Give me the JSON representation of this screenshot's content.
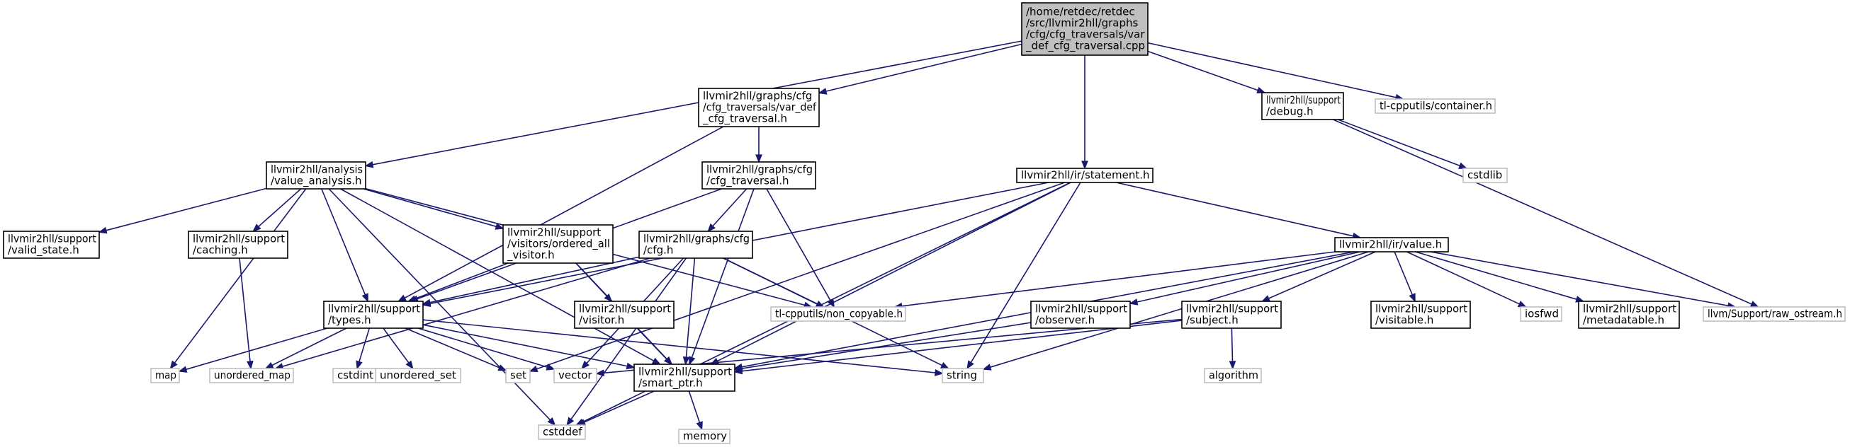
{
  "nodes": [
    {
      "id": "main",
      "kind": "main",
      "lines": [
        "/home/retdec/retdec",
        "/src/llvmir2hll/graphs",
        "/cfg/cfg_traversals/var",
        "_def_cfg_traversal.cpp"
      ]
    },
    {
      "id": "var_def_h",
      "kind": "doc",
      "lines": [
        "llvmir2hll/graphs/cfg",
        "/cfg_traversals/var_def",
        "_cfg_traversal.h"
      ]
    },
    {
      "id": "debug_h",
      "kind": "doc",
      "lines": [
        "llvmir2hll/support",
        "/debug.h"
      ]
    },
    {
      "id": "container_h",
      "kind": "ext",
      "lines": [
        "tl-cpputils/container.h"
      ]
    },
    {
      "id": "value_analysis_h",
      "kind": "doc",
      "lines": [
        "llvmir2hll/analysis",
        "/value_analysis.h"
      ]
    },
    {
      "id": "cfg_traversal_h",
      "kind": "doc",
      "lines": [
        "llvmir2hll/graphs/cfg",
        "/cfg_traversal.h"
      ]
    },
    {
      "id": "statement_h",
      "kind": "doc",
      "lines": [
        "llvmir2hll/ir/statement.h"
      ]
    },
    {
      "id": "cstdlib",
      "kind": "ext",
      "lines": [
        "cstdlib"
      ]
    },
    {
      "id": "valid_state_h",
      "kind": "doc",
      "lines": [
        "llvmir2hll/support",
        "/valid_state.h"
      ]
    },
    {
      "id": "caching_h",
      "kind": "doc",
      "lines": [
        "llvmir2hll/support",
        "/caching.h"
      ]
    },
    {
      "id": "ordered_all_visitor_h",
      "kind": "doc",
      "lines": [
        "llvmir2hll/support",
        "/visitors/ordered_all",
        "_visitor.h"
      ]
    },
    {
      "id": "cfg_h",
      "kind": "doc",
      "lines": [
        "llvmir2hll/graphs/cfg",
        "/cfg.h"
      ]
    },
    {
      "id": "value_h",
      "kind": "doc",
      "lines": [
        "llvmir2hll/ir/value.h"
      ]
    },
    {
      "id": "types_h",
      "kind": "doc",
      "lines": [
        "llvmir2hll/support",
        "/types.h"
      ]
    },
    {
      "id": "visitor_h",
      "kind": "doc",
      "lines": [
        "llvmir2hll/support",
        "/visitor.h"
      ]
    },
    {
      "id": "non_copyable_h",
      "kind": "ext",
      "lines": [
        "tl-cpputils/non_copyable.h"
      ]
    },
    {
      "id": "observer_h",
      "kind": "doc",
      "lines": [
        "llvmir2hll/support",
        "/observer.h"
      ]
    },
    {
      "id": "subject_h",
      "kind": "doc",
      "lines": [
        "llvmir2hll/support",
        "/subject.h"
      ]
    },
    {
      "id": "visitable_h",
      "kind": "doc",
      "lines": [
        "llvmir2hll/support",
        "/visitable.h"
      ]
    },
    {
      "id": "iosfwd",
      "kind": "ext",
      "lines": [
        "iosfwd"
      ]
    },
    {
      "id": "metadatable_h",
      "kind": "doc",
      "lines": [
        "llvmir2hll/support",
        "/metadatable.h"
      ]
    },
    {
      "id": "raw_ostream_h",
      "kind": "ext",
      "lines": [
        "llvm/Support/raw_ostream.h"
      ]
    },
    {
      "id": "map",
      "kind": "ext",
      "lines": [
        "map"
      ]
    },
    {
      "id": "unordered_map",
      "kind": "ext",
      "lines": [
        "unordered_map"
      ]
    },
    {
      "id": "cstdint",
      "kind": "ext",
      "lines": [
        "cstdint"
      ]
    },
    {
      "id": "unordered_set",
      "kind": "ext",
      "lines": [
        "unordered_set"
      ]
    },
    {
      "id": "set",
      "kind": "ext",
      "lines": [
        "set"
      ]
    },
    {
      "id": "vector",
      "kind": "ext",
      "lines": [
        "vector"
      ]
    },
    {
      "id": "smart_ptr_h",
      "kind": "doc",
      "lines": [
        "llvmir2hll/support",
        "/smart_ptr.h"
      ]
    },
    {
      "id": "string",
      "kind": "ext",
      "lines": [
        "string"
      ]
    },
    {
      "id": "algorithm",
      "kind": "ext",
      "lines": [
        "algorithm"
      ]
    },
    {
      "id": "cstddef",
      "kind": "ext",
      "lines": [
        "cstddef"
      ]
    },
    {
      "id": "memory",
      "kind": "ext",
      "lines": [
        "memory"
      ]
    }
  ],
  "edges": [
    [
      "main",
      "var_def_h"
    ],
    [
      "main",
      "debug_h"
    ],
    [
      "main",
      "container_h"
    ],
    [
      "main",
      "value_analysis_h"
    ],
    [
      "main",
      "statement_h"
    ],
    [
      "var_def_h",
      "cfg_traversal_h"
    ],
    [
      "var_def_h",
      "types_h"
    ],
    [
      "debug_h",
      "cstdlib"
    ],
    [
      "debug_h",
      "raw_ostream_h"
    ],
    [
      "value_analysis_h",
      "valid_state_h"
    ],
    [
      "value_analysis_h",
      "caching_h"
    ],
    [
      "value_analysis_h",
      "ordered_all_visitor_h"
    ],
    [
      "value_analysis_h",
      "types_h"
    ],
    [
      "value_analysis_h",
      "map"
    ],
    [
      "value_analysis_h",
      "cstddef"
    ],
    [
      "value_analysis_h",
      "smart_ptr_h"
    ],
    [
      "value_analysis_h",
      "non_copyable_h"
    ],
    [
      "cfg_traversal_h",
      "cfg_h"
    ],
    [
      "cfg_traversal_h",
      "types_h"
    ],
    [
      "cfg_traversal_h",
      "non_copyable_h"
    ],
    [
      "cfg_traversal_h",
      "smart_ptr_h"
    ],
    [
      "statement_h",
      "value_h"
    ],
    [
      "statement_h",
      "types_h"
    ],
    [
      "statement_h",
      "smart_ptr_h"
    ],
    [
      "statement_h",
      "string"
    ],
    [
      "statement_h",
      "cstddef"
    ],
    [
      "statement_h",
      "set"
    ],
    [
      "caching_h",
      "unordered_map"
    ],
    [
      "ordered_all_visitor_h",
      "visitor_h"
    ],
    [
      "ordered_all_visitor_h",
      "types_h"
    ],
    [
      "ordered_all_visitor_h",
      "smart_ptr_h"
    ],
    [
      "cfg_h",
      "types_h"
    ],
    [
      "cfg_h",
      "non_copyable_h"
    ],
    [
      "cfg_h",
      "smart_ptr_h"
    ],
    [
      "cfg_h",
      "string"
    ],
    [
      "cfg_h",
      "vector"
    ],
    [
      "cfg_h",
      "unordered_map"
    ],
    [
      "cfg_h",
      "cstddef"
    ],
    [
      "value_h",
      "observer_h"
    ],
    [
      "value_h",
      "subject_h"
    ],
    [
      "value_h",
      "visitable_h"
    ],
    [
      "value_h",
      "iosfwd"
    ],
    [
      "value_h",
      "metadatable_h"
    ],
    [
      "value_h",
      "raw_ostream_h"
    ],
    [
      "value_h",
      "non_copyable_h"
    ],
    [
      "value_h",
      "smart_ptr_h"
    ],
    [
      "value_h",
      "string"
    ],
    [
      "types_h",
      "map"
    ],
    [
      "types_h",
      "unordered_map"
    ],
    [
      "types_h",
      "cstdint"
    ],
    [
      "types_h",
      "unordered_set"
    ],
    [
      "types_h",
      "set"
    ],
    [
      "types_h",
      "vector"
    ],
    [
      "types_h",
      "smart_ptr_h"
    ],
    [
      "types_h",
      "string"
    ],
    [
      "visitor_h",
      "smart_ptr_h"
    ],
    [
      "observer_h",
      "smart_ptr_h"
    ],
    [
      "subject_h",
      "smart_ptr_h"
    ],
    [
      "subject_h",
      "algorithm"
    ],
    [
      "subject_h",
      "vector"
    ],
    [
      "smart_ptr_h",
      "cstddef"
    ],
    [
      "smart_ptr_h",
      "memory"
    ]
  ]
}
